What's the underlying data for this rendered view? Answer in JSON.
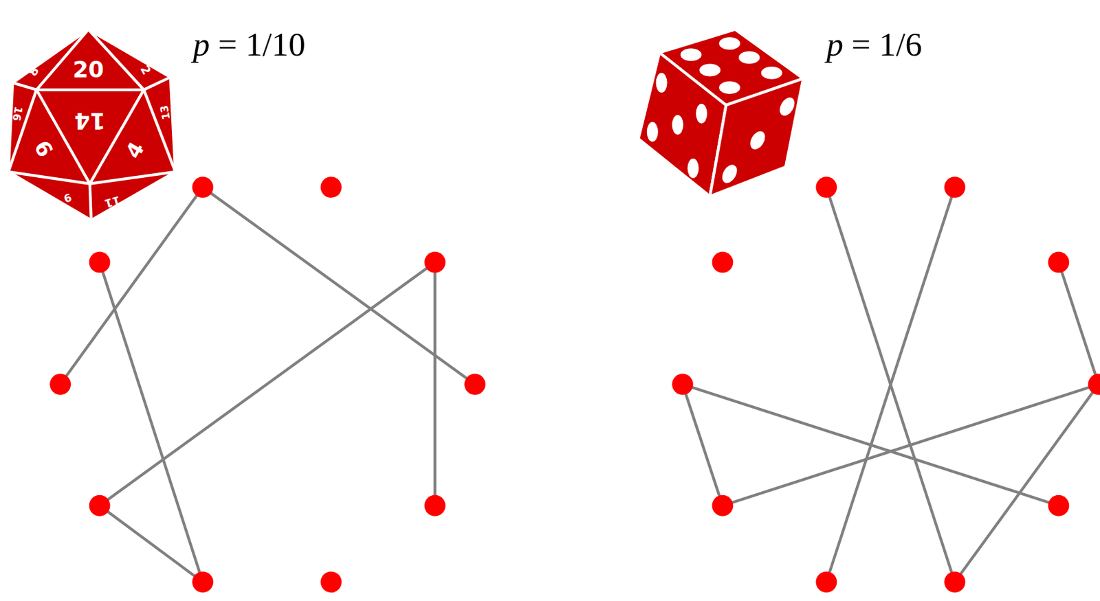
{
  "diagram": {
    "labels": [
      "20",
      "8",
      "2",
      "16",
      "14",
      "13",
      "6",
      "4",
      "9",
      "11",
      "p = 1/10",
      "p = 1/6"
    ]
  }
}
